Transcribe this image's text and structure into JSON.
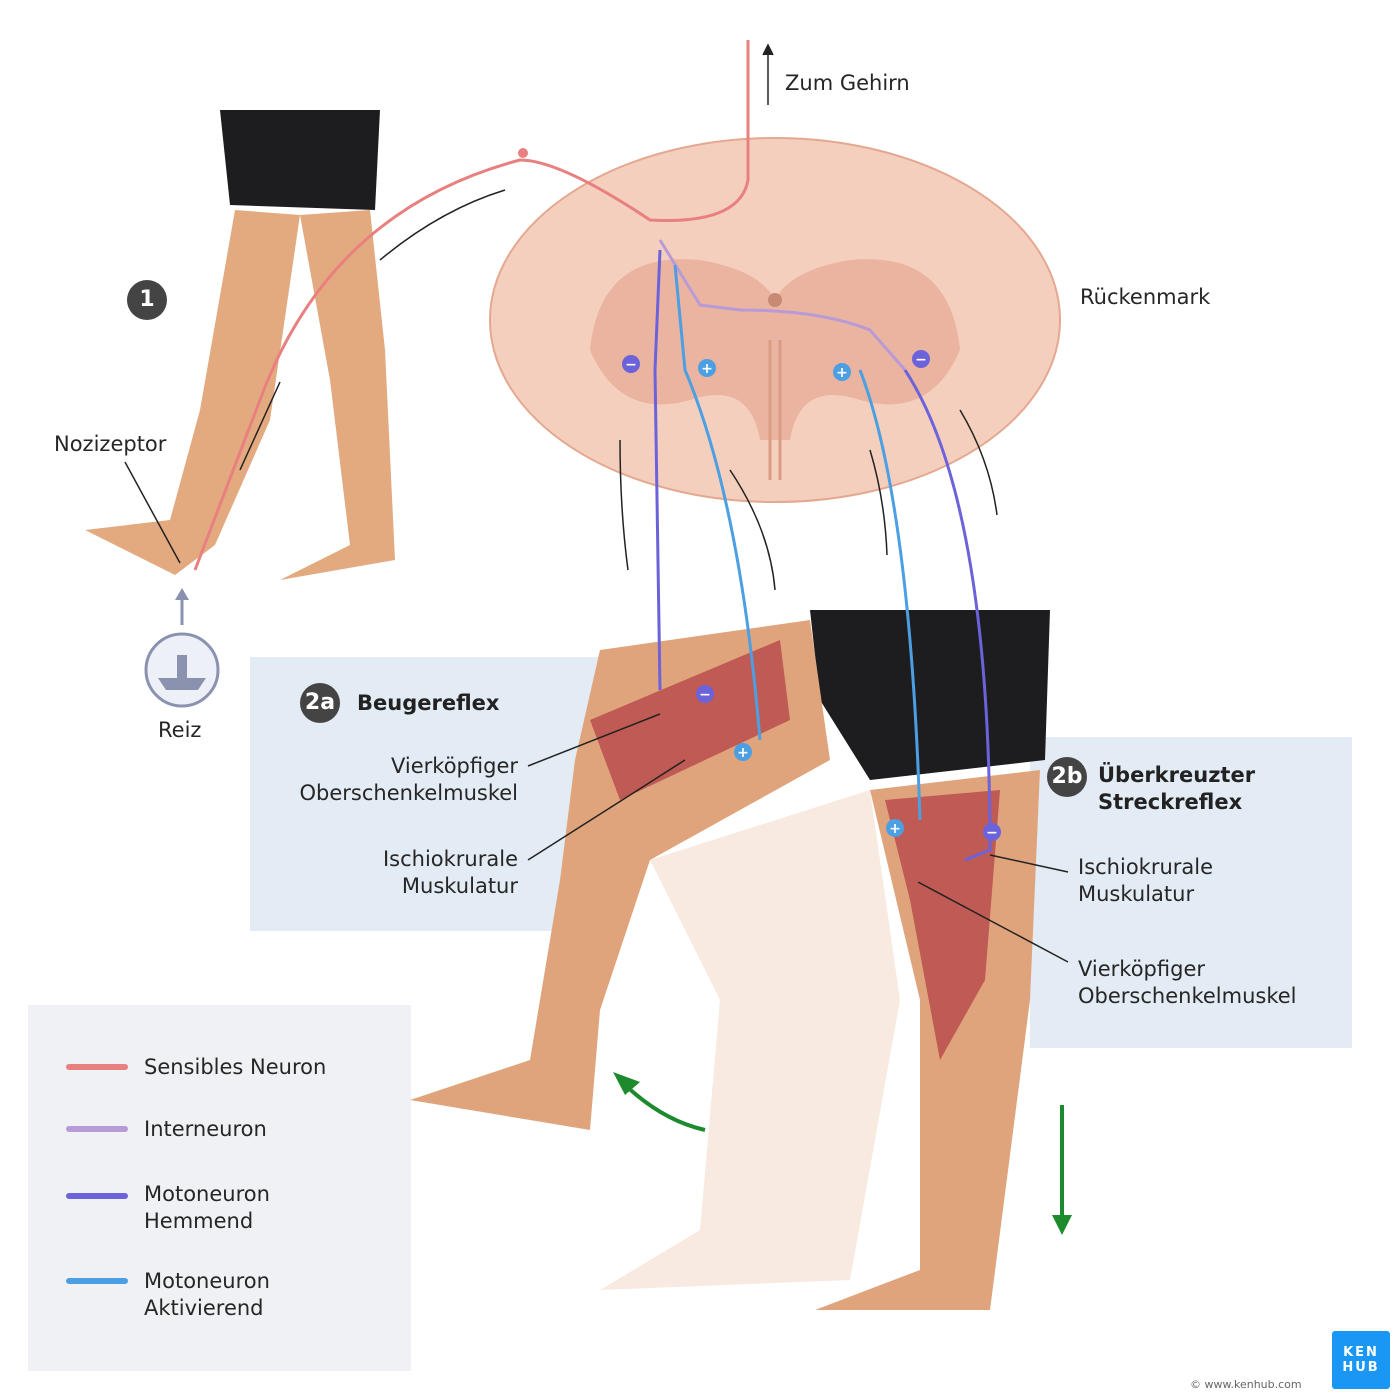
{
  "labels": {
    "zum_gehirn": "Zum Gehirn",
    "rueckenmark": "Rückenmark",
    "nozizeptor": "Nozizeptor",
    "reiz": "Reiz",
    "step1": "1"
  },
  "panel_2a": {
    "badge": "2a",
    "title": "Beugereflex",
    "muscle1": "Vierköpfiger Oberschenkelmuskel",
    "muscle2": "Ischiokrurale Muskulatur"
  },
  "panel_2b": {
    "badge": "2b",
    "title": "Überkreuzter Streckreflex",
    "muscle1": "Ischiokrurale Muskulatur",
    "muscle2": "Vierköpfiger Oberschenkelmuskel"
  },
  "legend": [
    {
      "label": "Sensibles Neuron",
      "color": "#e98080"
    },
    {
      "label": "Interneuron",
      "color": "#b89bd6"
    },
    {
      "label": "Motoneuron Hemmend",
      "color": "#6c62d9"
    },
    {
      "label": "Motoneuron Aktivierend",
      "color": "#4b9fe2"
    }
  ],
  "logo": {
    "line1": "KEN",
    "line2": "HUB"
  },
  "copyright": "© www.kenhub.com"
}
